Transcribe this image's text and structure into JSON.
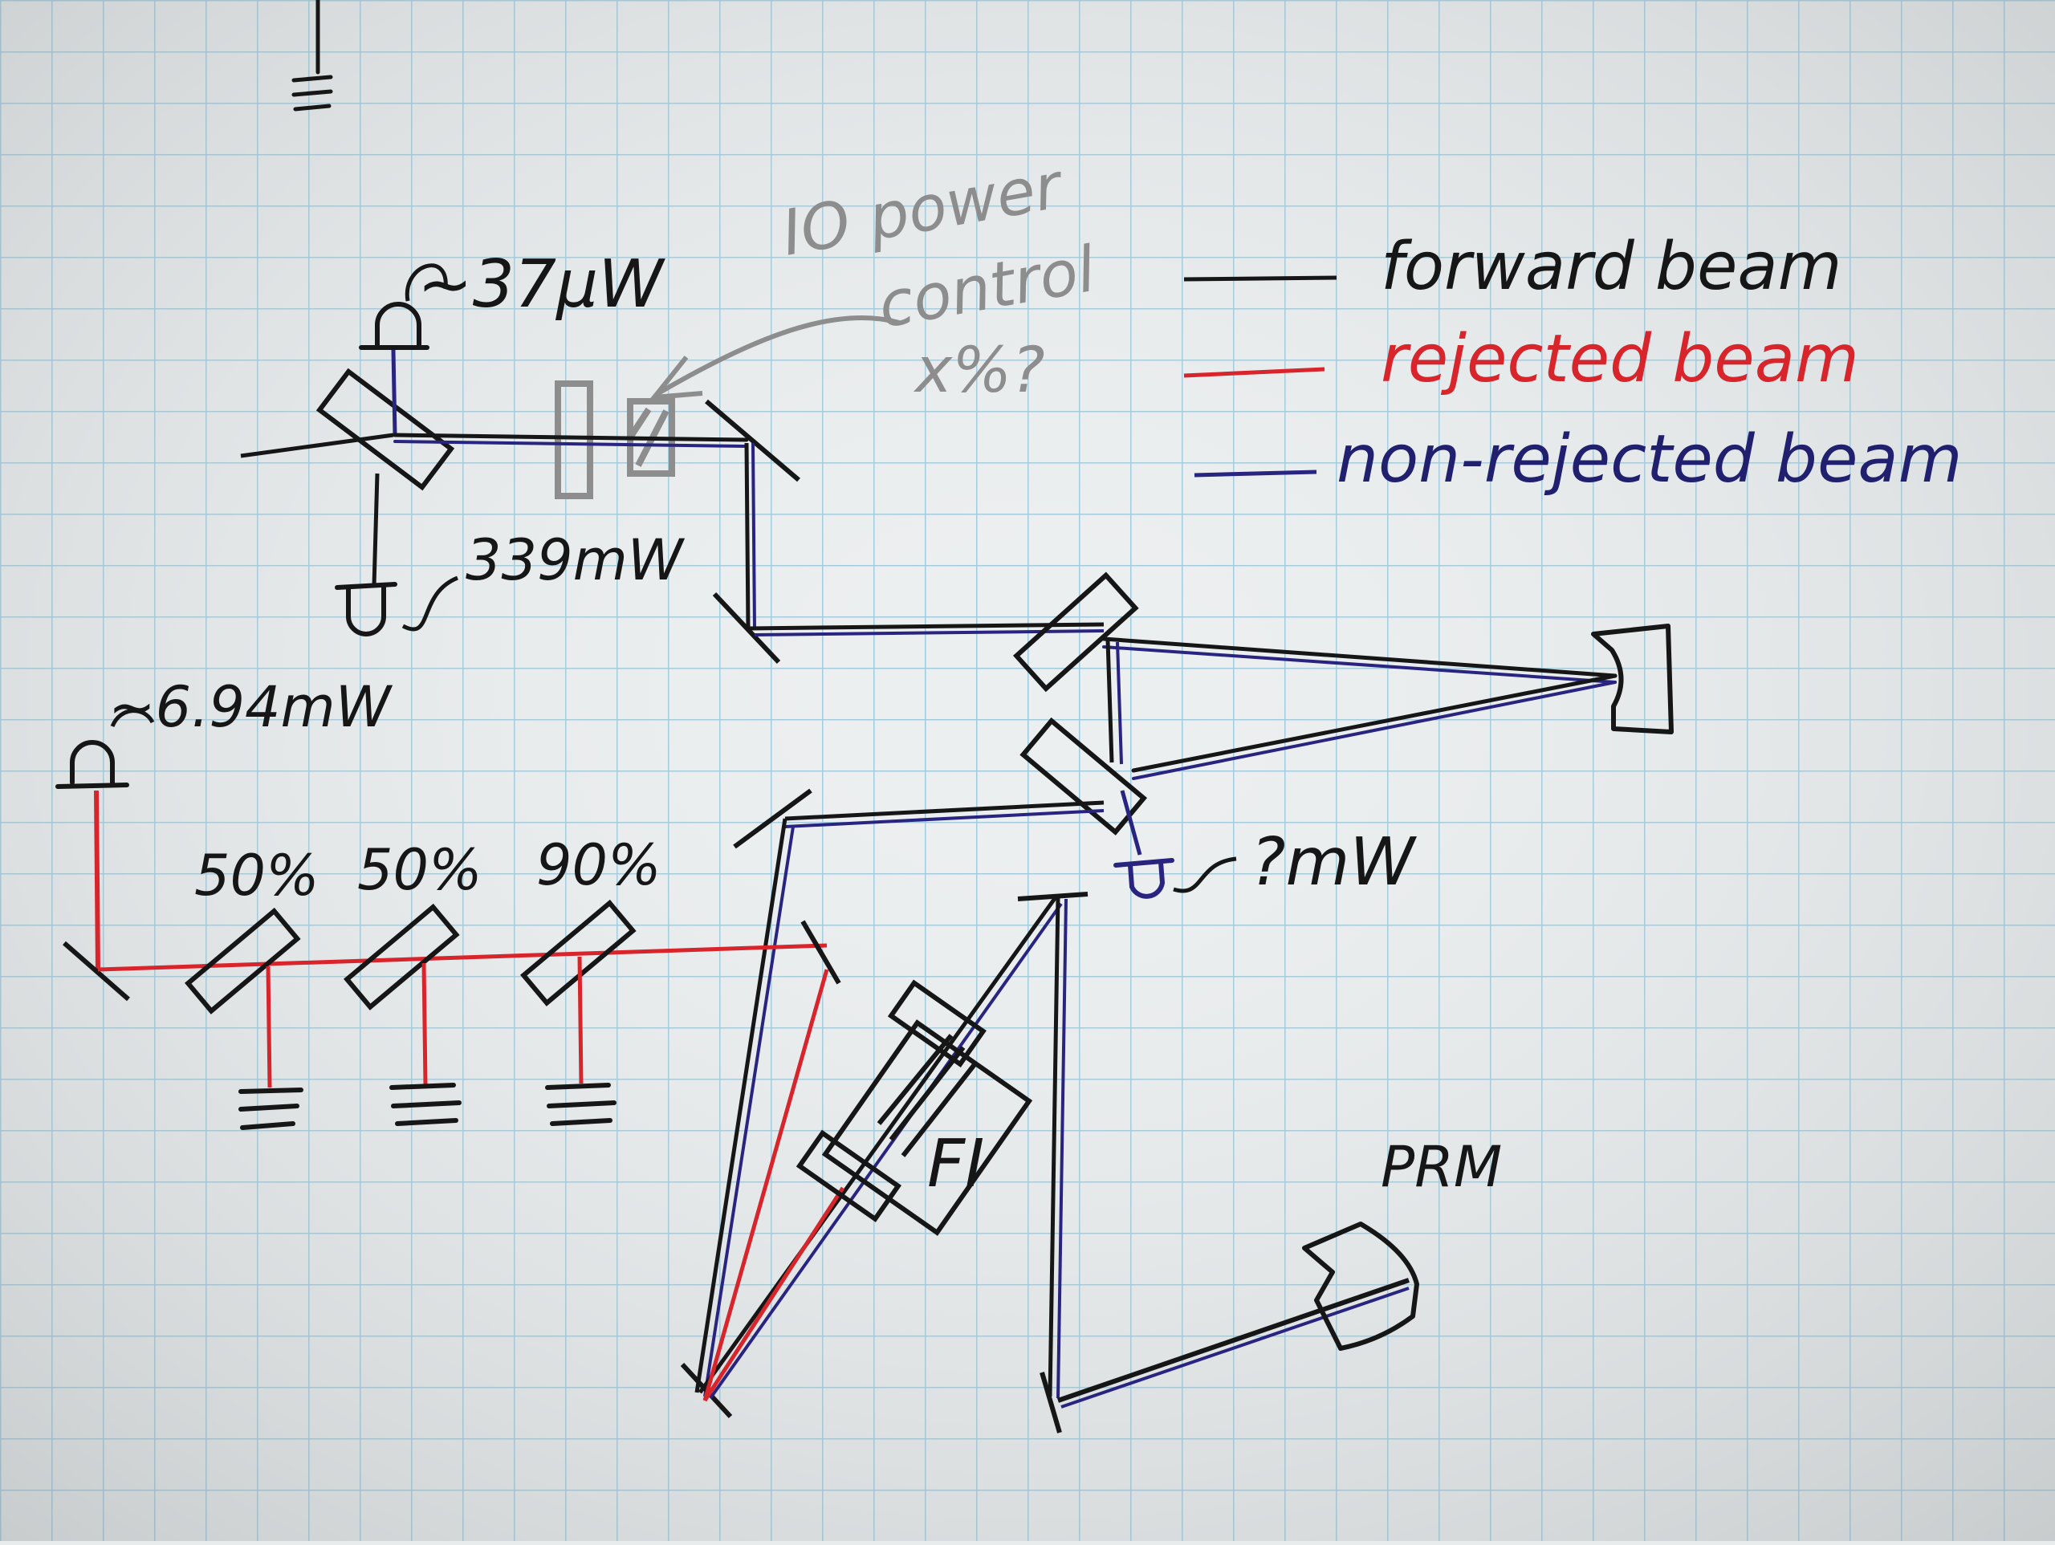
{
  "colors": {
    "paper": "#eceff0",
    "grid": "#9fc9dc",
    "ink": "#161616",
    "red_ink": "#d8242b",
    "blue_ink": "#282480",
    "pencil": "#8d8d8d"
  },
  "legend": {
    "forward": "forward beam",
    "rejected": "rejected beam",
    "non_rejected": "non-rejected beam"
  },
  "annotations": {
    "io_line1": "IO power",
    "io_line2": "control",
    "io_line3": "x%?",
    "p_top": "~37μW",
    "p_bottom": "339mW",
    "p_red_pd": "~6.94mW",
    "p_unknown": "?mW",
    "bs1": "50%",
    "bs2": "50%",
    "bs3": "90%",
    "fi": "FI",
    "prm": "PRM"
  }
}
